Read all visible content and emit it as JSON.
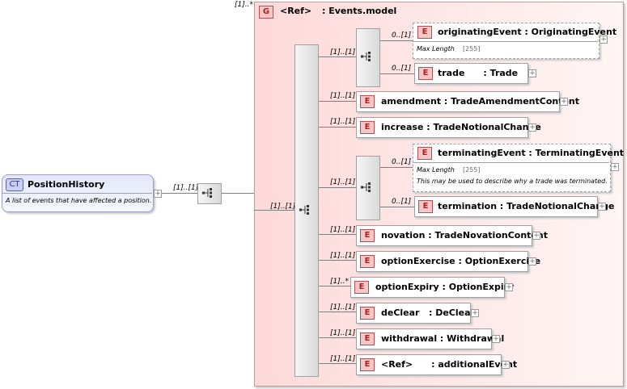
{
  "complex_type": {
    "badge": "CT",
    "name": "PositionHistory",
    "doc": "A list of events that have affected a position."
  },
  "root_seq_mult": "[1]..[1]",
  "group": {
    "badge": "G",
    "ref": "<Ref>",
    "name": ": Events.model",
    "mult": "[1]..*"
  },
  "inner_seq_mult": "[1]..[1]",
  "elements": {
    "originatingEvent": {
      "badge": "E",
      "name": "originatingEvent : OriginatingEvent",
      "mult": "0..[1]",
      "facet": "Max Length",
      "facet_val": "[255]"
    },
    "trade": {
      "badge": "E",
      "name": "trade      : Trade",
      "mult": "0..[1]"
    },
    "amendment": {
      "badge": "E",
      "name": "amendment : TradeAmendmentContent",
      "mult": "[1]..[1]"
    },
    "increase": {
      "badge": "E",
      "name": "increase : TradeNotionalChange",
      "mult": "[1]..[1]"
    },
    "terminatingEvent": {
      "badge": "E",
      "name": "terminatingEvent : TerminatingEvent",
      "mult": "0..[1]",
      "facet": "Max Length",
      "facet_val": "[255]",
      "doc": "This may be used to describe why a trade was terminated."
    },
    "termination": {
      "badge": "E",
      "name": "termination : TradeNotionalChange",
      "mult": "0..[1]"
    },
    "novation": {
      "badge": "E",
      "name": "novation : TradeNovationContent",
      "mult": "[1]..[1]"
    },
    "optionExercise": {
      "badge": "E",
      "name": "optionExercise : OptionExercise",
      "mult": "[1]..[1]"
    },
    "optionExpiry": {
      "badge": "E",
      "name": "optionExpiry : OptionExpiry",
      "mult": "[1]..*"
    },
    "deClear": {
      "badge": "E",
      "name": "deClear   : DeClear",
      "mult": "[1]..[1]"
    },
    "withdrawal": {
      "badge": "E",
      "name": "withdrawal : Withdrawal",
      "mult": "[1]..[1]"
    },
    "additionalEvent": {
      "badge": "E",
      "name": "<Ref>      : additionalEvent",
      "mult": "[1]..[1]"
    }
  },
  "seq_a_mult": "[1]..[1]",
  "seq_b_mult": "[1]..[1]",
  "expander_glyph": "+",
  "colors": {
    "group_bg": "#fde3e3",
    "badge_bg": "#f7c7c7",
    "badge_border": "#b05050",
    "ct_bg": "#dfe2f7"
  }
}
